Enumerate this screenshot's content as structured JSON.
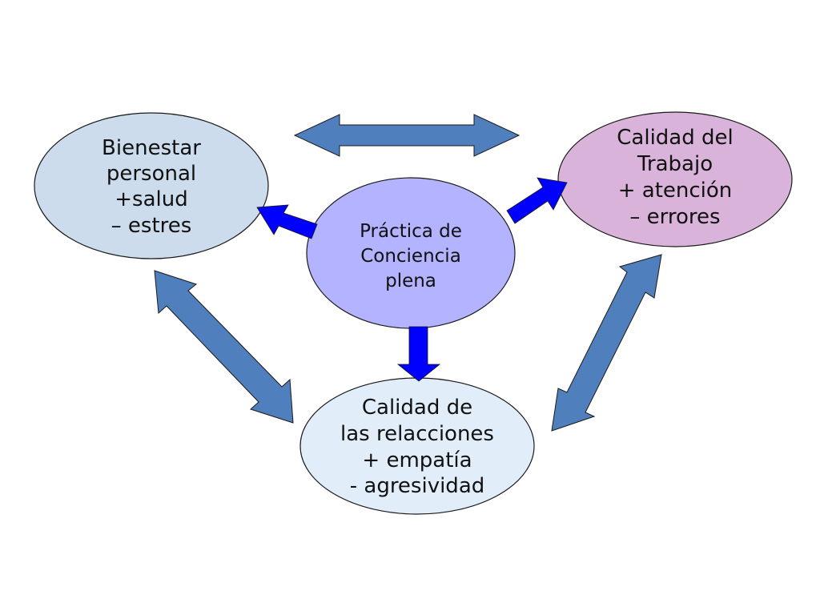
{
  "diagram": {
    "center": {
      "lines": [
        "Práctica de",
        "Conciencia",
        "plena"
      ],
      "fill": "#b3b3ff"
    },
    "left": {
      "lines": [
        "Bienestar",
        "personal",
        "+salud",
        "– estres"
      ],
      "fill": "#cddcec"
    },
    "right": {
      "lines": [
        "Calidad del",
        "Trabajo",
        "+ atención",
        "– errores"
      ],
      "fill": "#d9b3d9"
    },
    "bottom": {
      "lines": [
        "Calidad de",
        "las relacciones",
        "+ empatía",
        "- agresividad"
      ],
      "fill": "#e1eefa"
    },
    "colors": {
      "arrow_blue": "#0000ff",
      "double_arrow": "#4f7fbd",
      "outline": "#1a1a1a"
    }
  }
}
